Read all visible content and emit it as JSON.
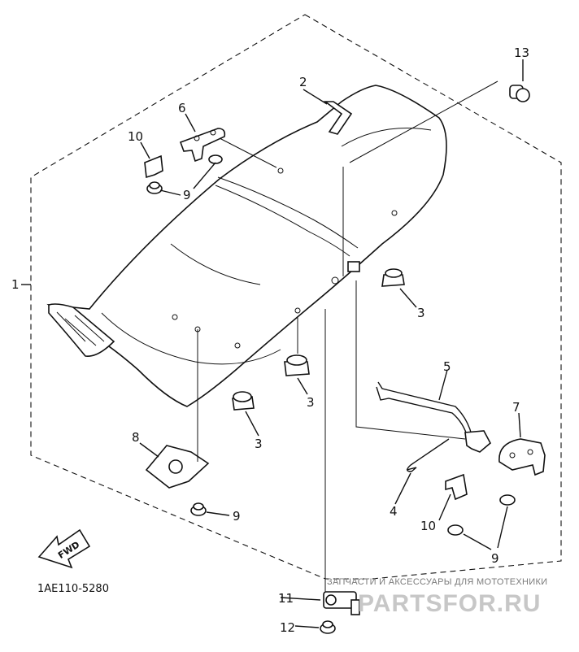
{
  "diagram": {
    "drawing_code": "1AE110-5280",
    "fwd_label": "FWD",
    "callouts": {
      "c1": "1",
      "c2": "2",
      "c3a": "3",
      "c3b": "3",
      "c3c": "3",
      "c4": "4",
      "c5": "5",
      "c6": "6",
      "c7": "7",
      "c8": "8",
      "c9a": "9",
      "c9b": "9",
      "c9c": "9",
      "c10a": "10",
      "c10b": "10",
      "c11": "11",
      "c12": "12",
      "c13": "13"
    }
  },
  "watermark": {
    "tagline": "ЗАПЧАСТИ И АКСЕССУАРЫ ДЛЯ МОТОТЕХНИКИ",
    "brand": "PARTSFOR.RU"
  }
}
